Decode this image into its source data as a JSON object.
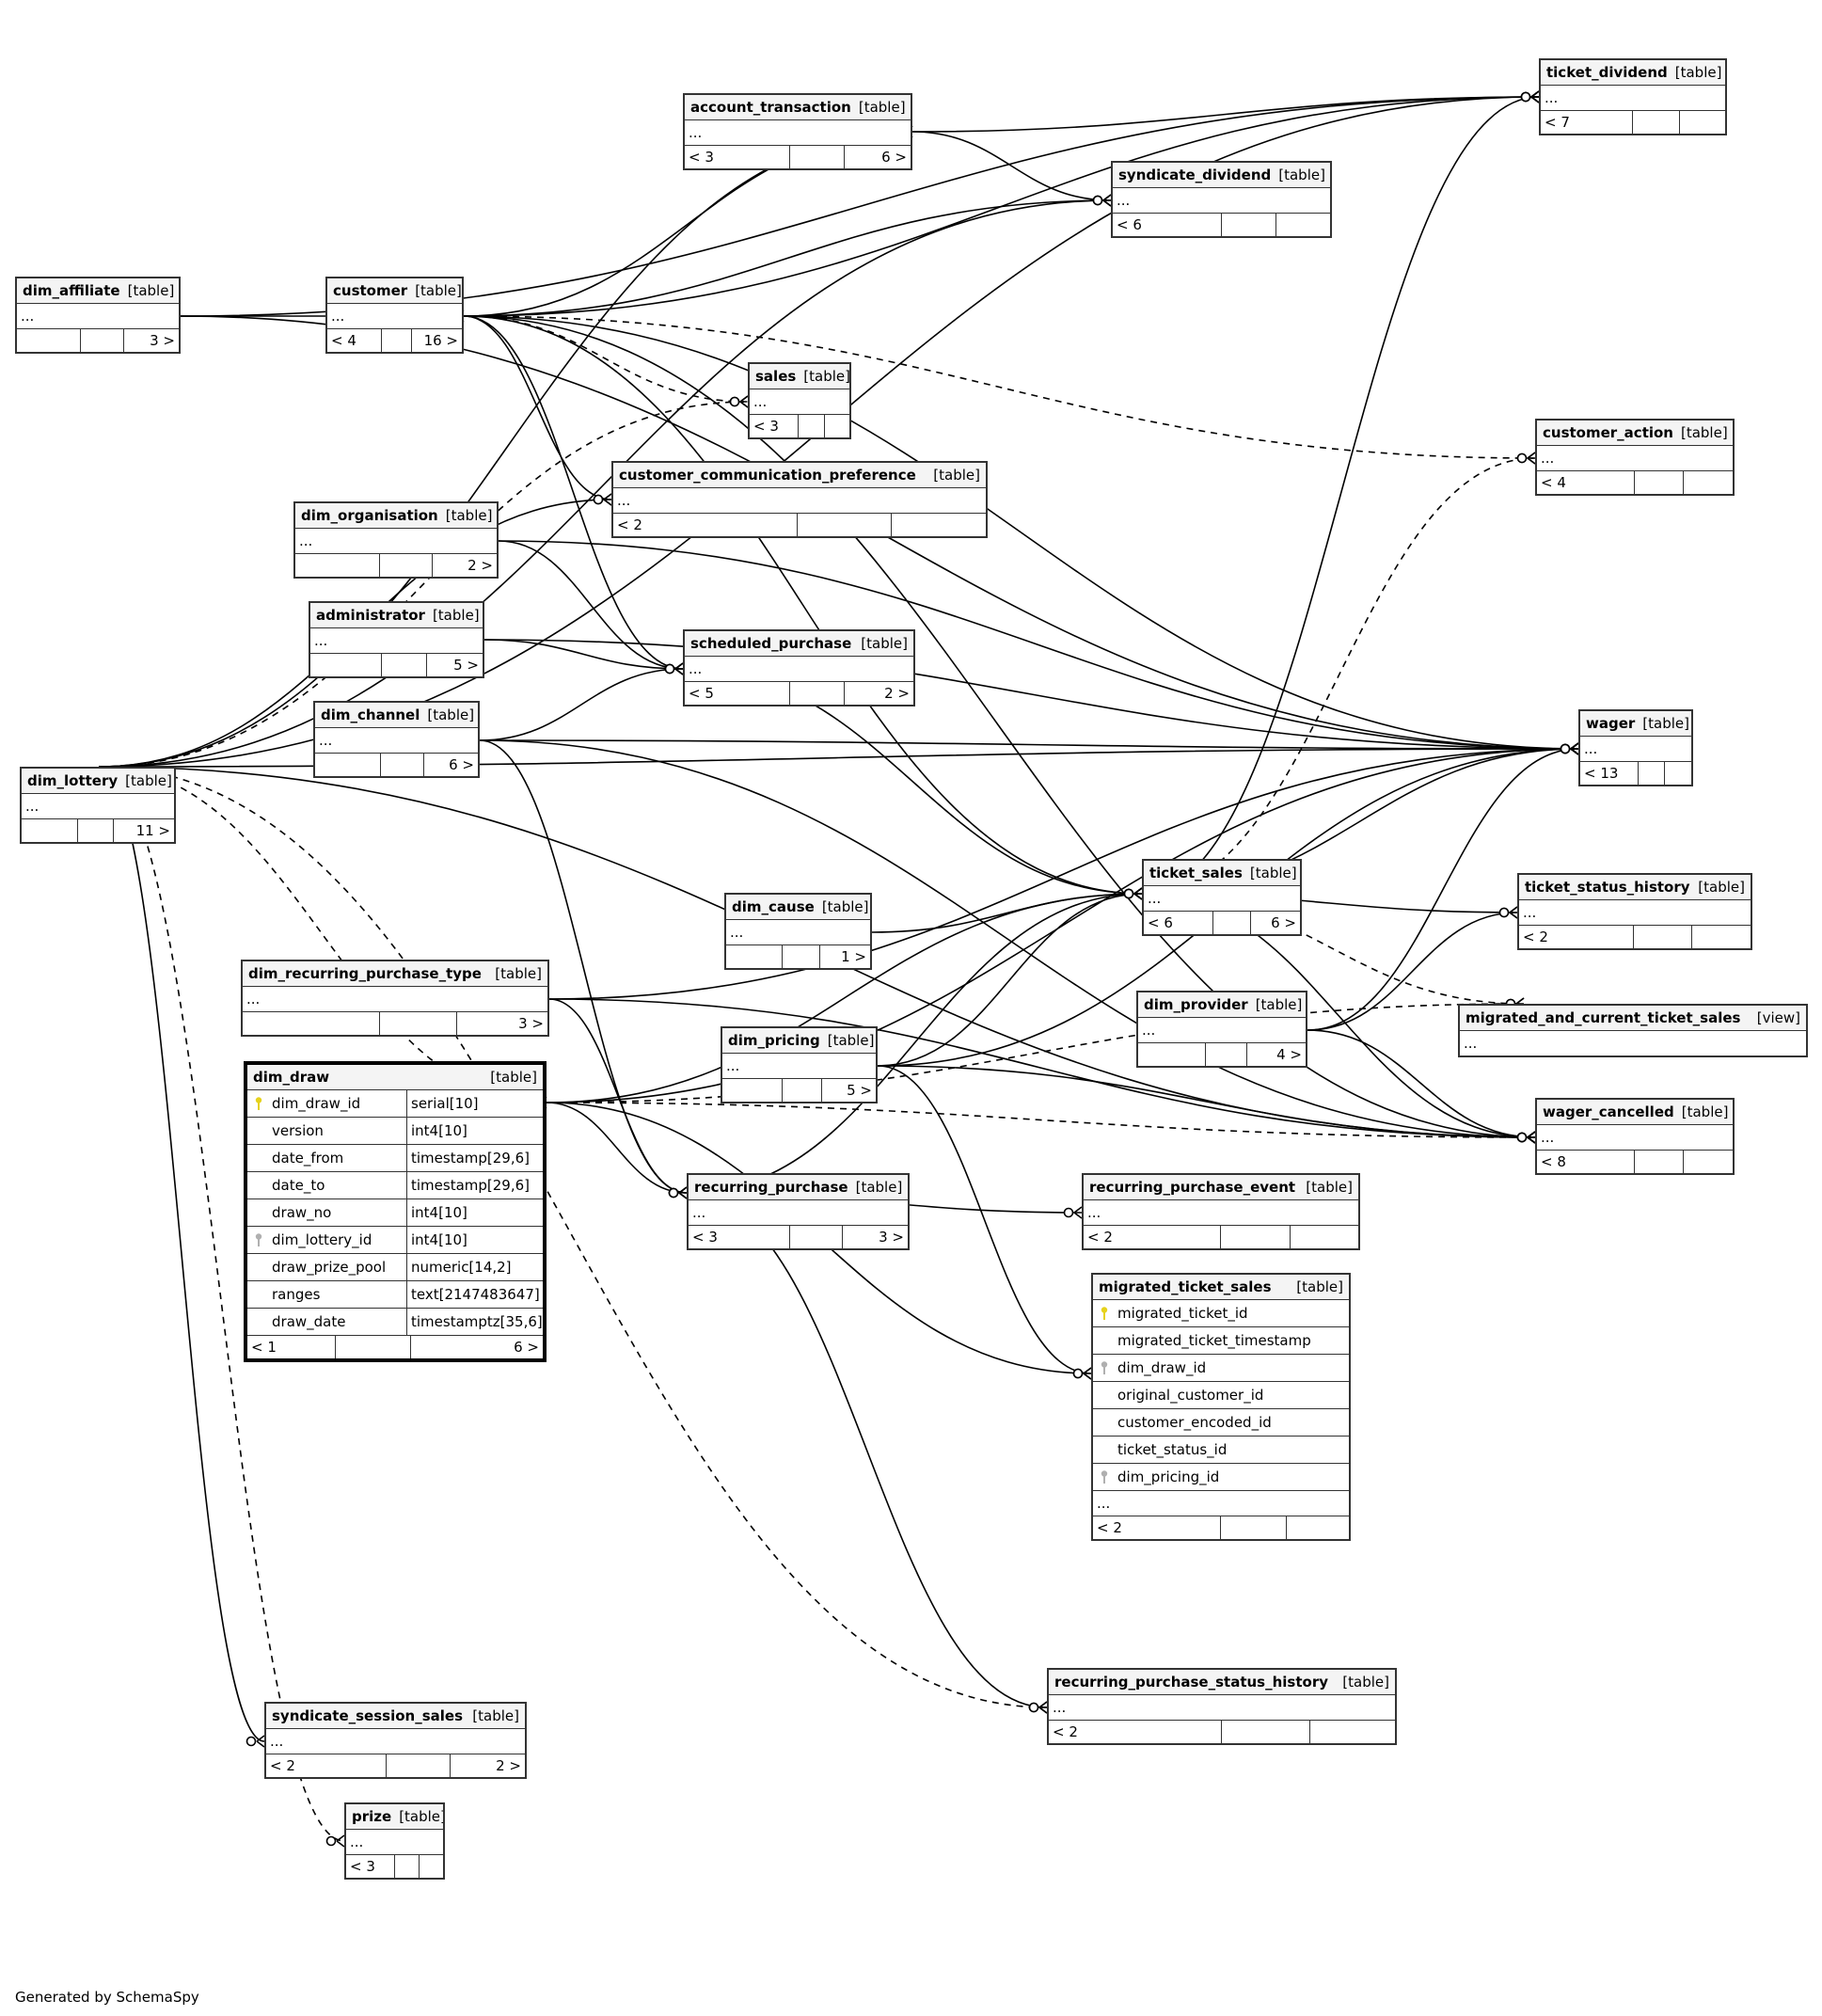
{
  "diagram": {
    "credit": "Generated by SchemaSpy",
    "table_tag": "[table]",
    "view_tag": "[view]",
    "collapsed_marker": "...",
    "tables": {
      "ticket_dividend": {
        "name": "ticket_dividend",
        "kind": "[table]",
        "parents": "< 7",
        "children": ""
      },
      "account_transaction": {
        "name": "account_transaction",
        "kind": "[table]",
        "parents": "< 3",
        "children": "6 >"
      },
      "syndicate_dividend": {
        "name": "syndicate_dividend",
        "kind": "[table]",
        "parents": "< 6",
        "children": ""
      },
      "dim_affiliate": {
        "name": "dim_affiliate",
        "kind": "[table]",
        "parents": "",
        "children": "3 >"
      },
      "customer": {
        "name": "customer",
        "kind": "[table]",
        "parents": "< 4",
        "children": "16 >"
      },
      "sales": {
        "name": "sales",
        "kind": "[table]",
        "parents": "< 3",
        "children": ""
      },
      "customer_action": {
        "name": "customer_action",
        "kind": "[table]",
        "parents": "< 4",
        "children": ""
      },
      "customer_communication_preference": {
        "name": "customer_communication_preference",
        "kind": "[table]",
        "parents": "< 2",
        "children": ""
      },
      "dim_organisation": {
        "name": "dim_organisation",
        "kind": "[table]",
        "parents": "",
        "children": "2 >"
      },
      "administrator": {
        "name": "administrator",
        "kind": "[table]",
        "parents": "",
        "children": "5 >"
      },
      "scheduled_purchase": {
        "name": "scheduled_purchase",
        "kind": "[table]",
        "parents": "< 5",
        "children": "2 >"
      },
      "dim_channel": {
        "name": "dim_channel",
        "kind": "[table]",
        "parents": "",
        "children": "6 >"
      },
      "wager": {
        "name": "wager",
        "kind": "[table]",
        "parents": "< 13",
        "children": ""
      },
      "dim_lottery": {
        "name": "dim_lottery",
        "kind": "[table]",
        "parents": "",
        "children": "11 >"
      },
      "ticket_sales": {
        "name": "ticket_sales",
        "kind": "[table]",
        "parents": "< 6",
        "children": "6 >"
      },
      "dim_cause": {
        "name": "dim_cause",
        "kind": "[table]",
        "parents": "",
        "children": "1 >"
      },
      "ticket_status_history": {
        "name": "ticket_status_history",
        "kind": "[table]",
        "parents": "< 2",
        "children": ""
      },
      "dim_recurring_purchase_type": {
        "name": "dim_recurring_purchase_type",
        "kind": "[table]",
        "parents": "",
        "children": "3 >"
      },
      "dim_provider": {
        "name": "dim_provider",
        "kind": "[table]",
        "parents": "",
        "children": "4 >"
      },
      "migrated_and_current_ticket_sales": {
        "name": "migrated_and_current_ticket_sales",
        "kind": "[view]",
        "parents": "",
        "children": ""
      },
      "dim_pricing": {
        "name": "dim_pricing",
        "kind": "[table]",
        "parents": "",
        "children": "5 >"
      },
      "wager_cancelled": {
        "name": "wager_cancelled",
        "kind": "[table]",
        "parents": "< 8",
        "children": ""
      },
      "dim_draw": {
        "name": "dim_draw",
        "kind": "[table]",
        "parents": "< 1",
        "children": "6 >",
        "columns": [
          {
            "name": "dim_draw_id",
            "type": "serial[10]",
            "key": "primary"
          },
          {
            "name": "version",
            "type": "int4[10]",
            "key": ""
          },
          {
            "name": "date_from",
            "type": "timestamp[29,6]",
            "key": ""
          },
          {
            "name": "date_to",
            "type": "timestamp[29,6]",
            "key": ""
          },
          {
            "name": "draw_no",
            "type": "int4[10]",
            "key": ""
          },
          {
            "name": "dim_lottery_id",
            "type": "int4[10]",
            "key": "foreign"
          },
          {
            "name": "draw_prize_pool",
            "type": "numeric[14,2]",
            "key": ""
          },
          {
            "name": "ranges",
            "type": "text[2147483647]",
            "key": ""
          },
          {
            "name": "draw_date",
            "type": "timestamptz[35,6]",
            "key": ""
          }
        ]
      },
      "recurring_purchase": {
        "name": "recurring_purchase",
        "kind": "[table]",
        "parents": "< 3",
        "children": "3 >"
      },
      "recurring_purchase_event": {
        "name": "recurring_purchase_event",
        "kind": "[table]",
        "parents": "< 2",
        "children": ""
      },
      "migrated_ticket_sales": {
        "name": "migrated_ticket_sales",
        "kind": "[table]",
        "parents": "< 2",
        "children": "",
        "columns": [
          {
            "name": "migrated_ticket_id",
            "key": "primary"
          },
          {
            "name": "migrated_ticket_timestamp",
            "key": ""
          },
          {
            "name": "dim_draw_id",
            "key": "foreign"
          },
          {
            "name": "original_customer_id",
            "key": ""
          },
          {
            "name": "customer_encoded_id",
            "key": ""
          },
          {
            "name": "ticket_status_id",
            "key": ""
          },
          {
            "name": "dim_pricing_id",
            "key": "foreign"
          }
        ]
      },
      "recurring_purchase_status_history": {
        "name": "recurring_purchase_status_history",
        "kind": "[table]",
        "parents": "< 2",
        "children": ""
      },
      "syndicate_session_sales": {
        "name": "syndicate_session_sales",
        "kind": "[table]",
        "parents": "< 2",
        "children": "2 >"
      },
      "prize": {
        "name": "prize",
        "kind": "[table]",
        "parents": "< 3",
        "children": ""
      }
    },
    "relationships": [
      {
        "from": "dim_affiliate",
        "to": "customer",
        "implied": false
      },
      {
        "from": "dim_affiliate",
        "to": "ticket_dividend",
        "implied": false
      },
      {
        "from": "dim_affiliate",
        "to": "wager",
        "implied": false
      },
      {
        "from": "customer",
        "to": "account_transaction",
        "implied": false
      },
      {
        "from": "customer",
        "to": "ticket_dividend",
        "implied": false
      },
      {
        "from": "customer",
        "to": "syndicate_dividend",
        "implied": false
      },
      {
        "from": "customer",
        "to": "sales",
        "implied": true
      },
      {
        "from": "customer",
        "to": "customer_action",
        "implied": true
      },
      {
        "from": "customer",
        "to": "customer_communication_preference",
        "implied": false
      },
      {
        "from": "customer",
        "to": "scheduled_purchase",
        "implied": false
      },
      {
        "from": "customer",
        "to": "ticket_sales",
        "implied": false
      },
      {
        "from": "customer",
        "to": "wager",
        "implied": false
      },
      {
        "from": "customer",
        "to": "wager_cancelled",
        "implied": false
      },
      {
        "from": "account_transaction",
        "to": "syndicate_dividend",
        "implied": false
      },
      {
        "from": "account_transaction",
        "to": "ticket_dividend",
        "implied": false
      },
      {
        "from": "dim_organisation",
        "to": "scheduled_purchase",
        "implied": false
      },
      {
        "from": "dim_organisation",
        "to": "wager",
        "implied": false
      },
      {
        "from": "administrator",
        "to": "scheduled_purchase",
        "implied": false
      },
      {
        "from": "administrator",
        "to": "wager",
        "implied": false
      },
      {
        "from": "dim_channel",
        "to": "scheduled_purchase",
        "implied": false
      },
      {
        "from": "dim_channel",
        "to": "wager",
        "implied": false
      },
      {
        "from": "dim_channel",
        "to": "recurring_purchase",
        "implied": false
      },
      {
        "from": "dim_channel",
        "to": "wager_cancelled",
        "implied": false
      },
      {
        "from": "scheduled_purchase",
        "to": "ticket_sales",
        "implied": false
      },
      {
        "from": "dim_lottery",
        "to": "ticket_dividend",
        "implied": false
      },
      {
        "from": "dim_lottery",
        "to": "syndicate_dividend",
        "implied": false
      },
      {
        "from": "dim_lottery",
        "to": "customer_communication_preference",
        "implied": false
      },
      {
        "from": "dim_lottery",
        "to": "sales",
        "implied": true
      },
      {
        "from": "dim_lottery",
        "to": "account_transaction",
        "implied": false
      },
      {
        "from": "dim_lottery",
        "to": "wager",
        "implied": false
      },
      {
        "from": "dim_lottery",
        "to": "dim_draw",
        "implied": true
      },
      {
        "from": "dim_lottery",
        "to": "syndicate_session_sales",
        "implied": false
      },
      {
        "from": "dim_lottery",
        "to": "prize",
        "implied": true
      },
      {
        "from": "dim_lottery",
        "to": "recurring_purchase_status_history",
        "implied": true
      },
      {
        "from": "dim_lottery",
        "to": "wager_cancelled",
        "implied": false
      },
      {
        "from": "ticket_sales",
        "to": "wager",
        "implied": false
      },
      {
        "from": "ticket_sales",
        "to": "ticket_status_history",
        "implied": false
      },
      {
        "from": "ticket_sales",
        "to": "ticket_dividend",
        "implied": false
      },
      {
        "from": "ticket_sales",
        "to": "customer_action",
        "implied": true
      },
      {
        "from": "ticket_sales",
        "to": "migrated_and_current_ticket_sales",
        "implied": true
      },
      {
        "from": "ticket_sales",
        "to": "wager_cancelled",
        "implied": false
      },
      {
        "from": "dim_cause",
        "to": "ticket_sales",
        "implied": false
      },
      {
        "from": "dim_pricing",
        "to": "ticket_sales",
        "implied": false
      },
      {
        "from": "dim_pricing",
        "to": "wager",
        "implied": false
      },
      {
        "from": "dim_pricing",
        "to": "wager_cancelled",
        "implied": false
      },
      {
        "from": "dim_pricing",
        "to": "migrated_ticket_sales",
        "implied": false
      },
      {
        "from": "dim_provider",
        "to": "wager",
        "implied": false
      },
      {
        "from": "dim_provider",
        "to": "ticket_status_history",
        "implied": false
      },
      {
        "from": "dim_provider",
        "to": "wager_cancelled",
        "implied": false
      },
      {
        "from": "dim_recurring_purchase_type",
        "to": "recurring_purchase",
        "implied": false
      },
      {
        "from": "dim_recurring_purchase_type",
        "to": "wager",
        "implied": false
      },
      {
        "from": "dim_recurring_purchase_type",
        "to": "wager_cancelled",
        "implied": false
      },
      {
        "from": "dim_draw",
        "to": "ticket_sales",
        "implied": false
      },
      {
        "from": "dim_draw",
        "to": "wager",
        "implied": false
      },
      {
        "from": "dim_draw",
        "to": "wager_cancelled",
        "implied": true
      },
      {
        "from": "dim_draw",
        "to": "recurring_purchase",
        "implied": false
      },
      {
        "from": "dim_draw",
        "to": "migrated_ticket_sales",
        "implied": false
      },
      {
        "from": "dim_draw",
        "to": "migrated_and_current_ticket_sales",
        "implied": true
      },
      {
        "from": "recurring_purchase",
        "to": "recurring_purchase_event",
        "implied": false
      },
      {
        "from": "recurring_purchase",
        "to": "recurring_purchase_status_history",
        "implied": false
      },
      {
        "from": "recurring_purchase",
        "to": "ticket_sales",
        "implied": false
      }
    ]
  }
}
